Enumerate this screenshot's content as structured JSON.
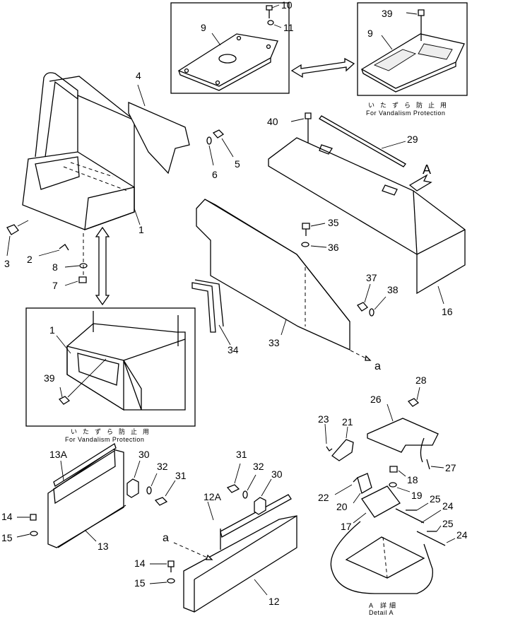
{
  "inset_captions": {
    "top_right_jp": "いたずら防止用",
    "top_right_en": "For Vandalism Protection",
    "left_jp": "いたずら防止用",
    "left_en": "For Vandalism Protection",
    "detail_jp": "A 詳細",
    "detail_en": "Detail A"
  },
  "callouts": {
    "c1": "1",
    "c2": "2",
    "c3": "3",
    "c4": "4",
    "c5": "5",
    "c6": "6",
    "c7": "7",
    "c8": "8",
    "c9a": "9",
    "c9b": "9",
    "c10": "10",
    "c11": "11",
    "c12": "12",
    "c12A": "12A",
    "c13": "13",
    "c13A": "13A",
    "c14a": "14",
    "c14b": "14",
    "c15a": "15",
    "c15b": "15",
    "c16": "16",
    "c17": "17",
    "c18": "18",
    "c19": "19",
    "c20": "20",
    "c21": "21",
    "c22": "22",
    "c23": "23",
    "c24a": "24",
    "c24b": "24",
    "c25a": "25",
    "c25b": "25",
    "c26": "26",
    "c27": "27",
    "c28": "28",
    "c29": "29",
    "c30a": "30",
    "c30b": "30",
    "c31a": "31",
    "c31b": "31",
    "c32a": "32",
    "c32b": "32",
    "c33": "33",
    "c34": "34",
    "c35": "35",
    "c36": "36",
    "c37": "37",
    "c38": "38",
    "c39a": "39",
    "c39b": "39",
    "c40": "40",
    "viewA": "A",
    "ref_a1": "a",
    "ref_a2": "a"
  }
}
